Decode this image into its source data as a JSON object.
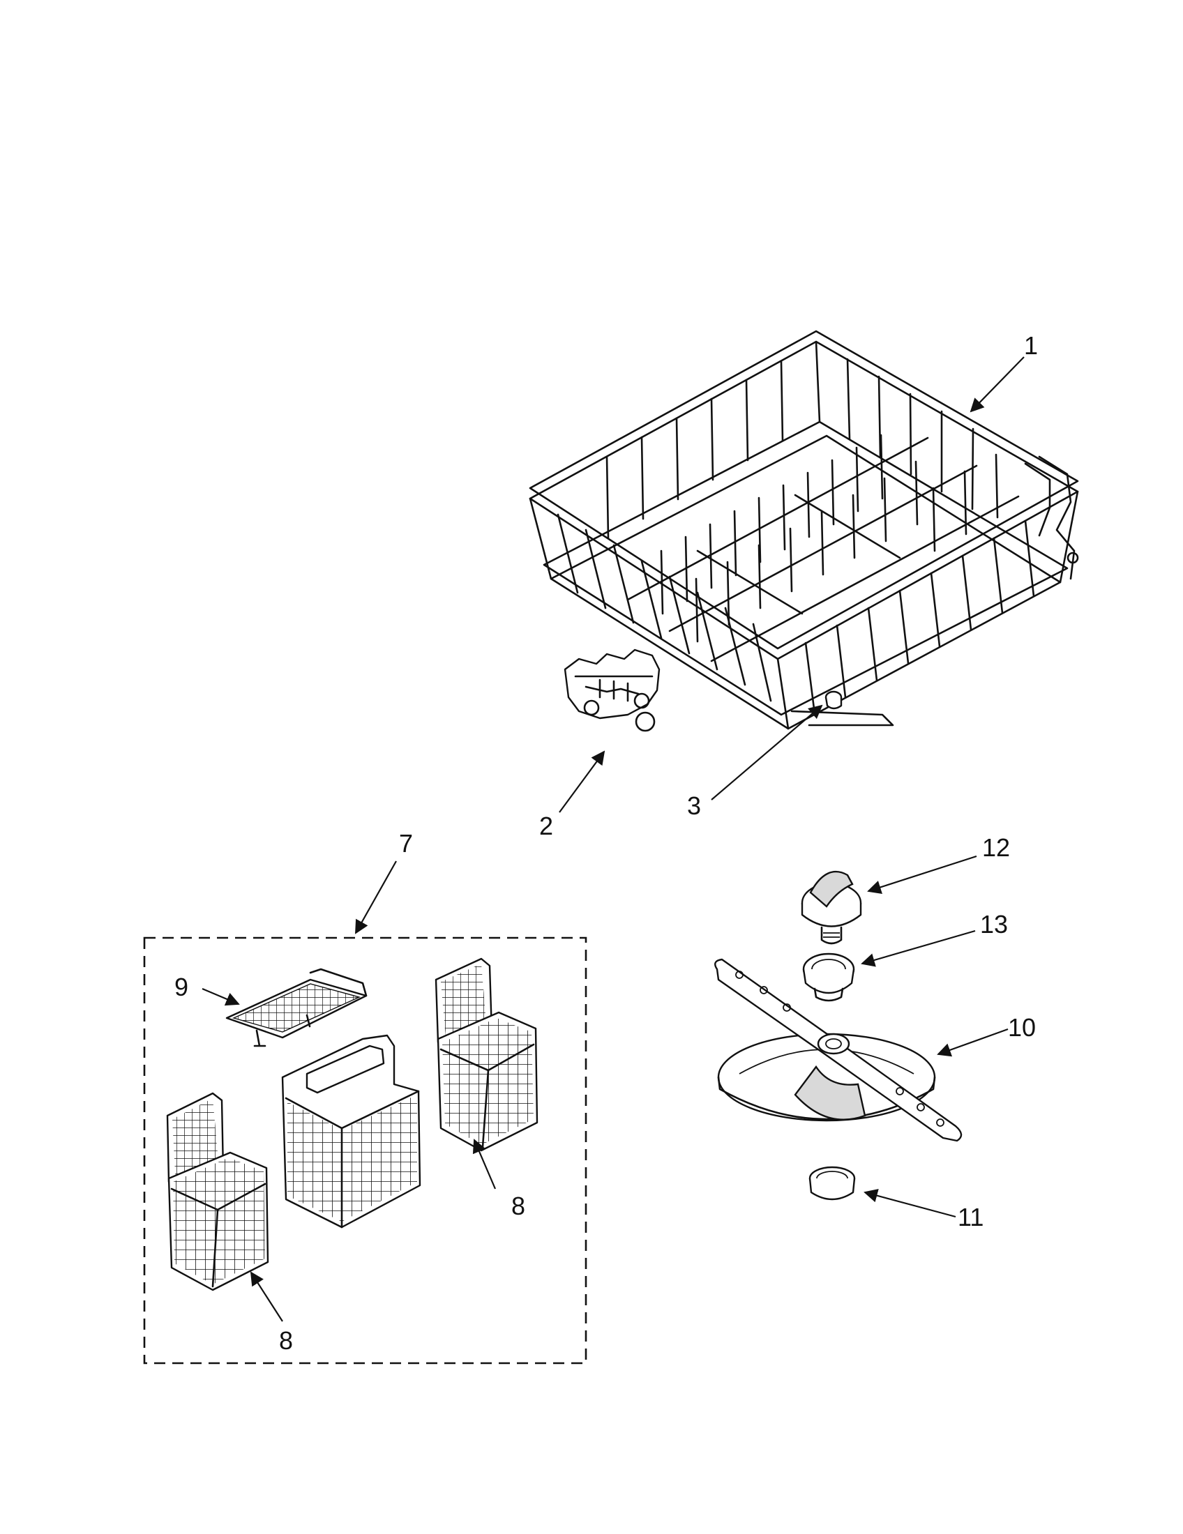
{
  "diagram": {
    "callouts": {
      "c1": "1",
      "c2": "2",
      "c3": "3",
      "c7": "7",
      "c8a": "8",
      "c8b": "8",
      "c9": "9",
      "c10": "10",
      "c11": "11",
      "c12": "12",
      "c13": "13"
    }
  }
}
